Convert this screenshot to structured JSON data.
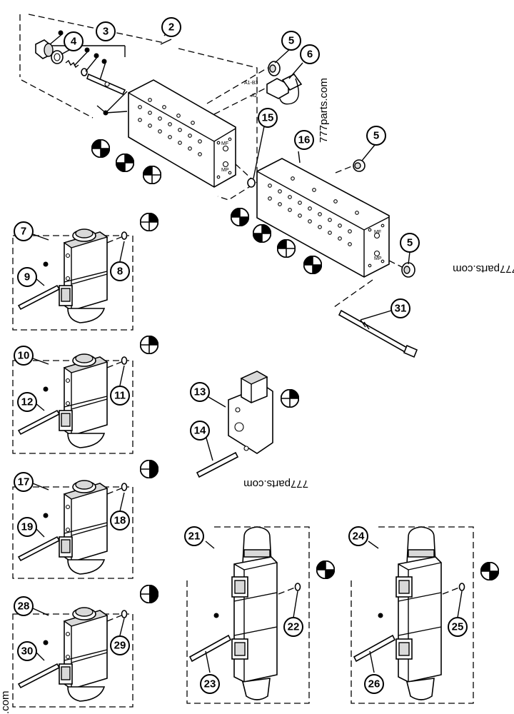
{
  "callouts": [
    "2",
    "3",
    "4",
    "5",
    "6",
    "7",
    "8",
    "9",
    "10",
    "11",
    "12",
    "13",
    "14",
    "15",
    "16",
    "17",
    "18",
    "19",
    "21",
    "22",
    "23",
    "24",
    "25",
    "26",
    "28",
    "29",
    "30",
    "31"
  ],
  "port_labels": {
    "a": "A1-B3",
    "b": "A2",
    "mp": "MP",
    "mf": "MF"
  },
  "watermarks": [
    "777parts.com",
    "777parts.com",
    "777parts.com",
    ".com"
  ]
}
